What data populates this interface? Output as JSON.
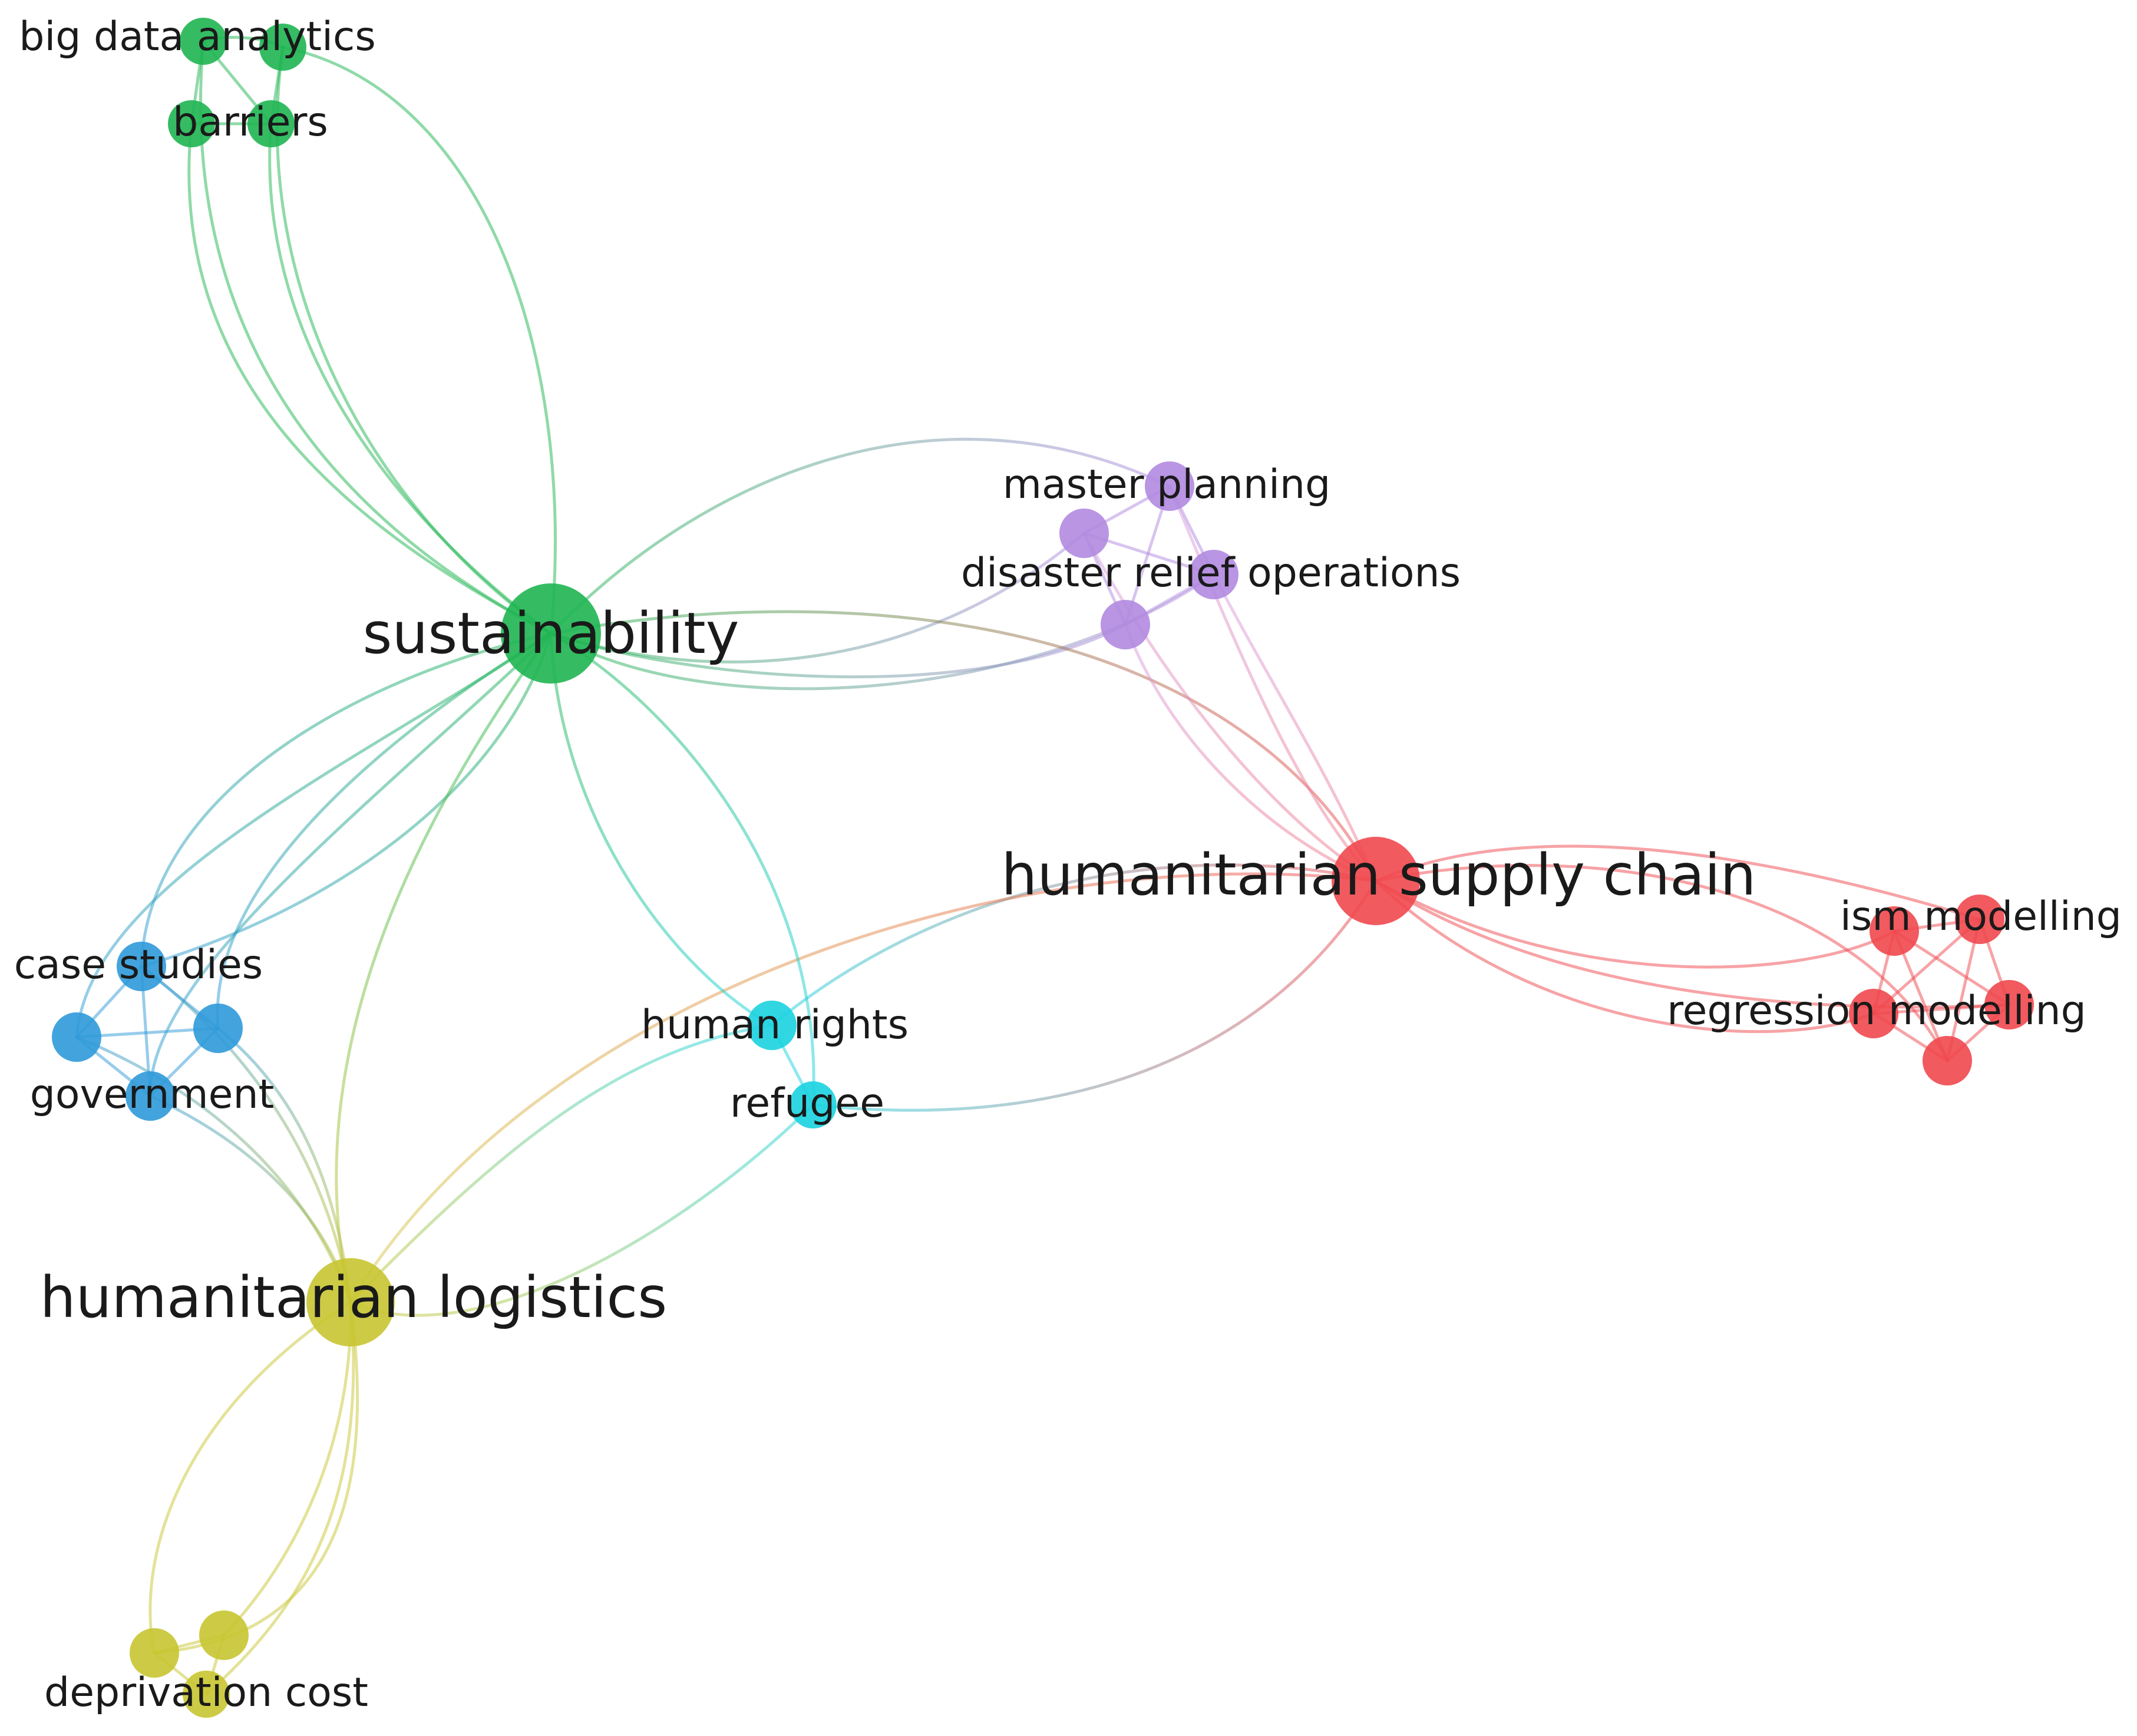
{
  "colors": {
    "green": "#1fb552",
    "red": "#f0484e",
    "blue": "#2f9ad9",
    "yellow": "#c8c531",
    "cyan": "#19d3e0",
    "purple": "#b18ae0"
  },
  "labels": {
    "sustainability": "sustainability",
    "humanitarian_supply_chain": "humanitarian supply chain",
    "humanitarian_logistics": "humanitarian logistics",
    "big_data_analytics": "big data analytics",
    "barriers": "barriers",
    "master_planning": "master planning",
    "disaster_relief_operations": "disaster relief operations",
    "ism_modelling": "ism modelling",
    "regression_modelling": "regression modelling",
    "case_studies": "case studies",
    "government": "government",
    "human_rights": "human rights",
    "refugee": "refugee",
    "deprivation_cost": "deprivation cost"
  }
}
